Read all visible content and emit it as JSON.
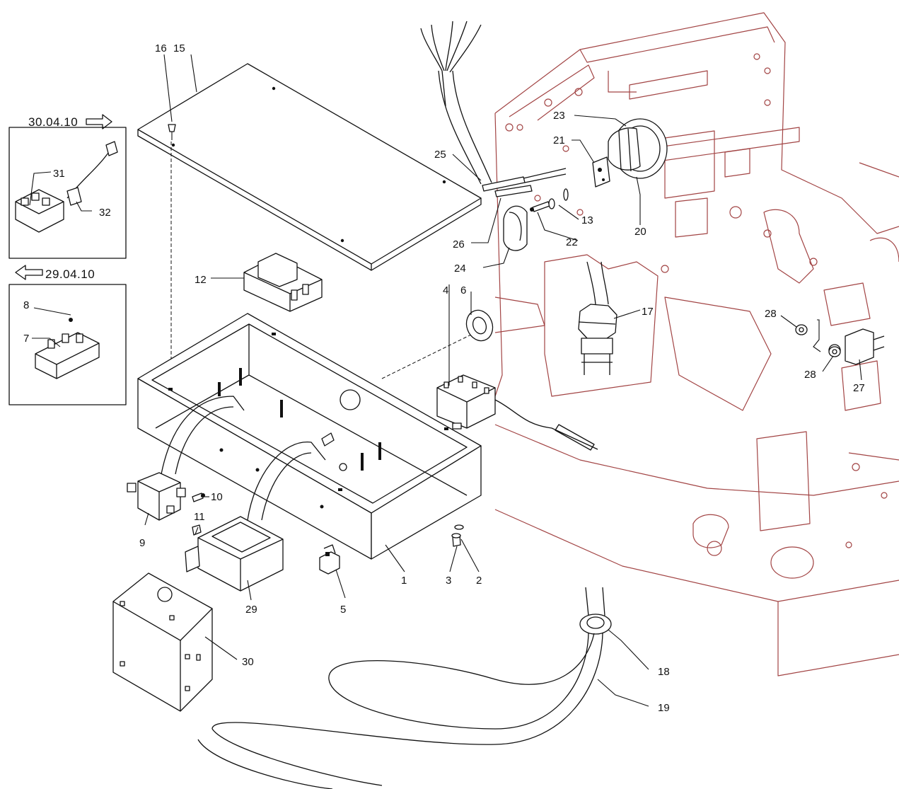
{
  "callouts": {
    "c1": "1",
    "c2": "2",
    "c3": "3",
    "c4": "4",
    "c5": "5",
    "c6": "6",
    "c7": "7",
    "c8": "8",
    "c9": "9",
    "c10": "10",
    "c11": "11",
    "c12": "12",
    "c13": "13",
    "c15": "15",
    "c16": "16",
    "c17": "17",
    "c18": "18",
    "c19": "19",
    "c20": "20",
    "c21": "21",
    "c22": "22",
    "c23": "23",
    "c24": "24",
    "c25": "25",
    "c26": "26",
    "c27": "27",
    "c28a": "28",
    "c28b": "28",
    "c29": "29",
    "c30": "30",
    "c31": "31",
    "c32": "32"
  },
  "insets": {
    "new_date": "30.04.10",
    "old_date": "29.04.10"
  },
  "colors": {
    "machine_outline": "#a24444",
    "parts_outline": "#111111"
  }
}
